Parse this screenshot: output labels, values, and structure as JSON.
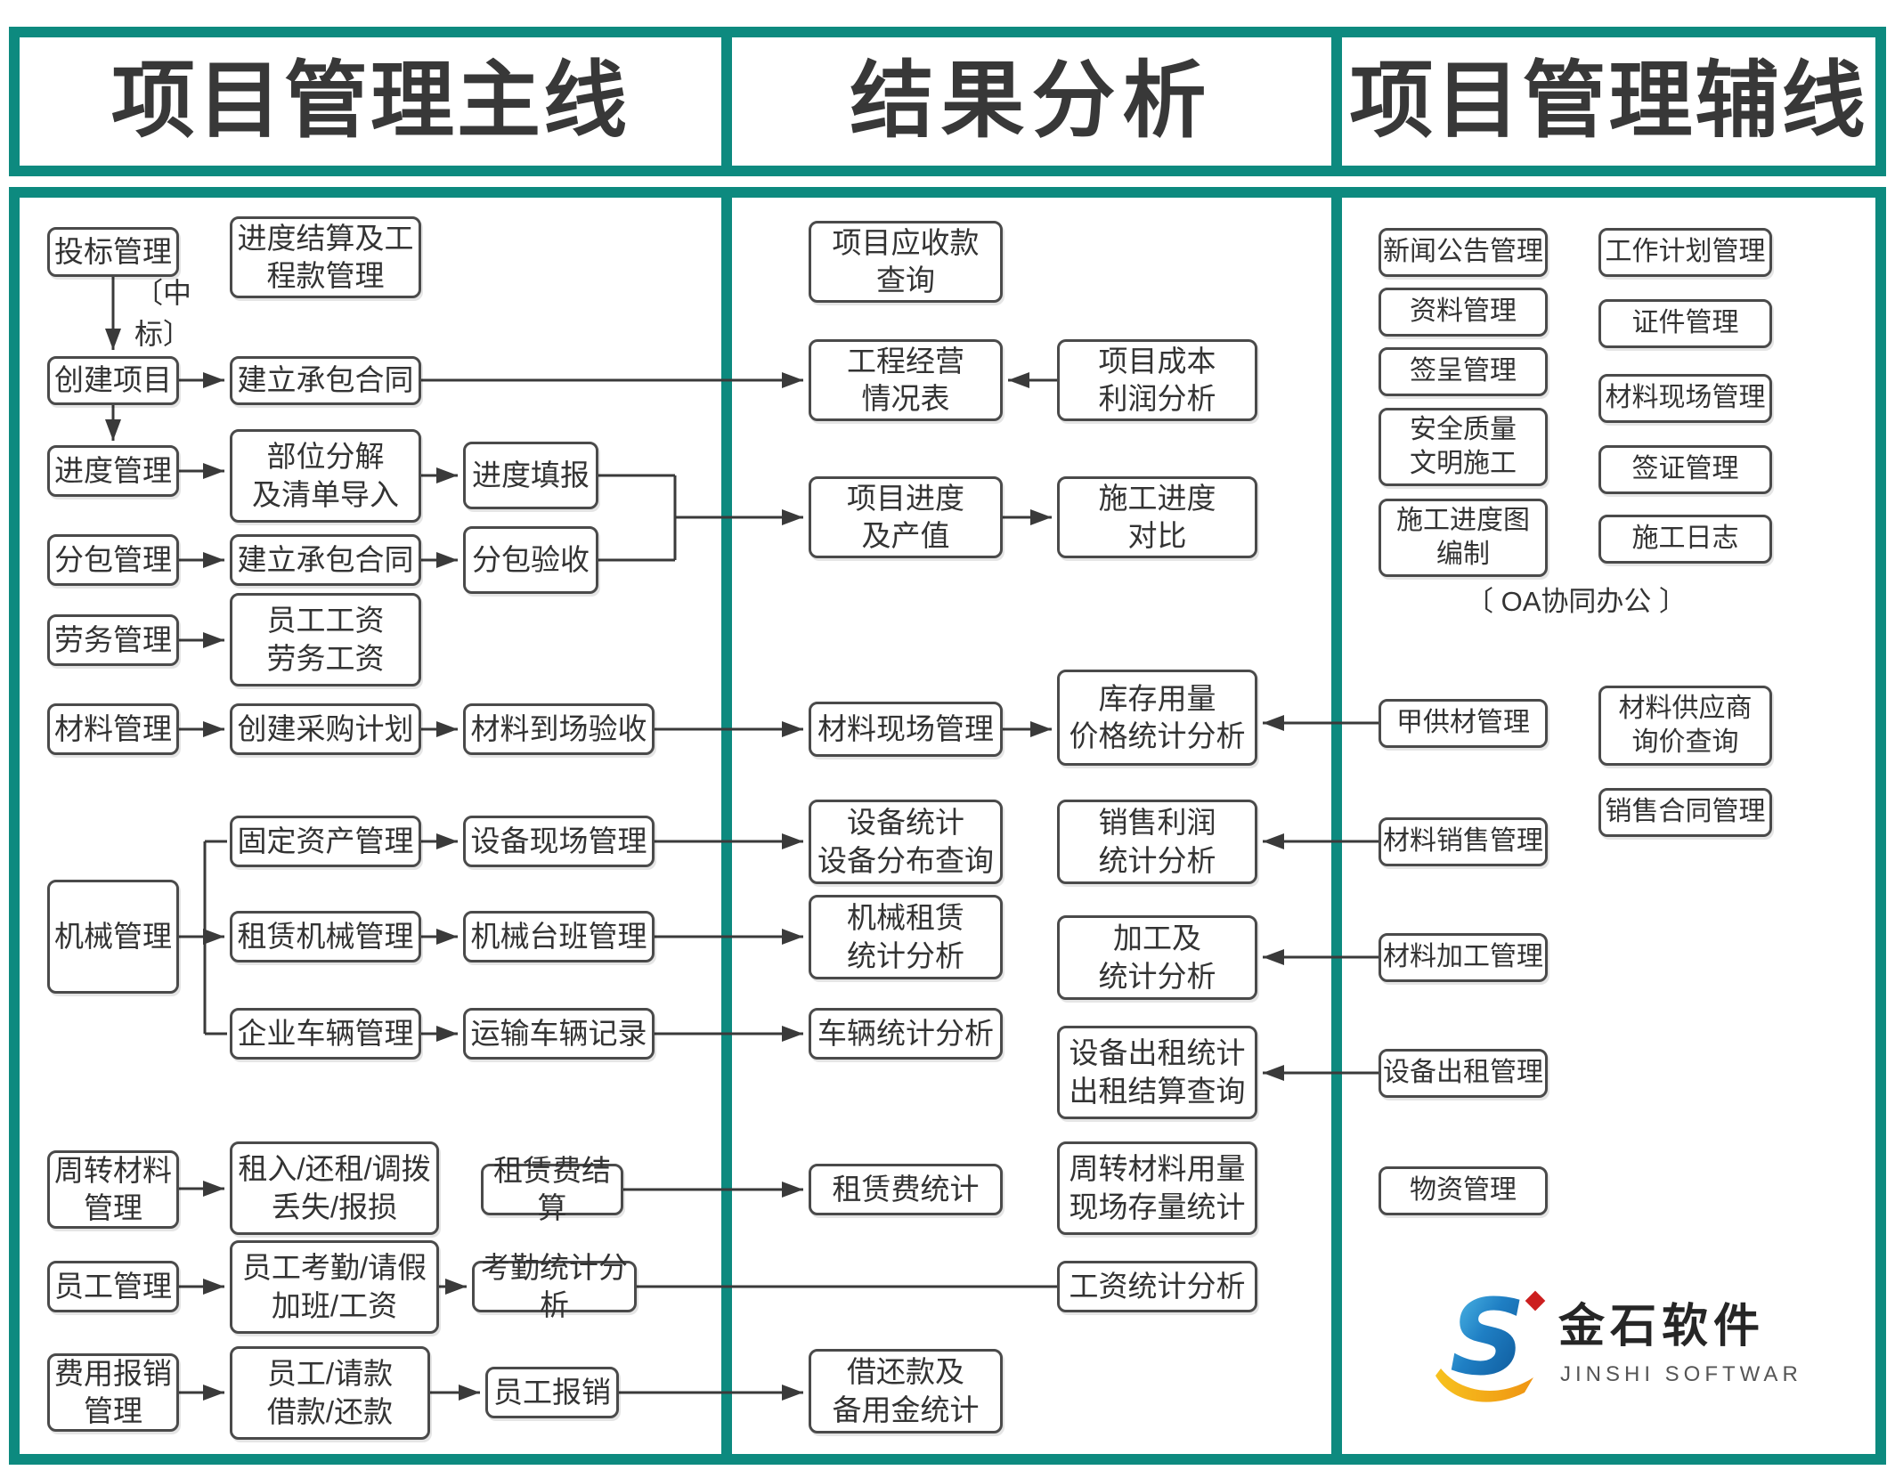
{
  "header": {
    "col_main_title": "项目管理主线",
    "col_analysis_title": "结果分析",
    "col_aux_title": "项目管理辅线"
  },
  "accent_color": "#0d8a7f",
  "main": {
    "bid": "投标管理",
    "progress_settlement": "进度结算及工\n程款管理",
    "win_bid_label": "〔中标〕",
    "create_project": "创建项目",
    "contract_1": "建立承包合同",
    "progress_mgmt": "进度管理",
    "decompose": "部位分解\n及清单导入",
    "progress_fill": "进度填报",
    "subcontract_mgmt": "分包管理",
    "contract_2": "建立承包合同",
    "subcontract_accept": "分包验收",
    "labor_mgmt": "劳务管理",
    "wages": "员工工资\n劳务工资",
    "material_mgmt": "材料管理",
    "purchase_plan": "创建采购计划",
    "material_accept": "材料到场验收",
    "machinery_mgmt": "机械管理",
    "fixed_assets": "固定资产管理",
    "equipment_site": "设备现场管理",
    "rental_machinery": "租赁机械管理",
    "machine_shift": "机械台班管理",
    "vehicles": "企业车辆管理",
    "transport_records": "运输车辆记录",
    "turnover_material": "周转材料\n管理",
    "rent_return": "租入/还租/调拨\n丢失/报损",
    "rental_fee_settle": "租赁费结算",
    "employee_mgmt": "员工管理",
    "attendance": "员工考勤/请假\n加班/工资",
    "attendance_stats": "考勤统计分析",
    "expense_mgmt": "费用报销\n管理",
    "employee_loan": "员工/请款\n借款/还款",
    "employee_reimburse": "员工报销"
  },
  "analysis": {
    "receivables": "项目应收款\n查询",
    "operation_table": "工程经营\n情况表",
    "cost_profit": "项目成本\n利润分析",
    "progress_output": "项目进度\n及产值",
    "progress_compare": "施工进度\n对比",
    "material_site": "材料现场管理",
    "inventory_stats": "库存用量\n价格统计分析",
    "equipment_stats": "设备统计\n设备分布查询",
    "sales_profit": "销售利润\n统计分析",
    "machinery_rental_stats": "机械租赁\n统计分析",
    "processing_stats": "加工及\n统计分析",
    "vehicle_stats": "车辆统计分析",
    "equipment_rent_stats": "设备出租统计\n出租结算查询",
    "rental_fee_stats": "租赁费统计",
    "turnover_stats": "周转材料用量\n现场存量统计",
    "wage_stats": "工资统计分析",
    "loan_stats": "借还款及\n备用金统计"
  },
  "aux": {
    "news": "新闻公告管理",
    "work_plan": "工作计划管理",
    "documents": "资料管理",
    "certificates": "证件管理",
    "petition": "签呈管理",
    "material_site": "材料现场管理",
    "safety_quality": "安全质量\n文明施工",
    "visa": "签证管理",
    "progress_chart": "施工进度图\n编制",
    "construction_log": "施工日志",
    "oa_label": "〔 OA协同办公 〕",
    "owner_material": "甲供材管理",
    "supplier_inquiry": "材料供应商\n询价查询",
    "material_sales": "材料销售管理",
    "sales_contract": "销售合同管理",
    "material_processing": "材料加工管理",
    "equipment_rental": "设备出租管理",
    "supplies": "物资管理"
  },
  "logo": {
    "name_cn": "金石软件",
    "name_en": "JINSHI SOFTWARE"
  }
}
